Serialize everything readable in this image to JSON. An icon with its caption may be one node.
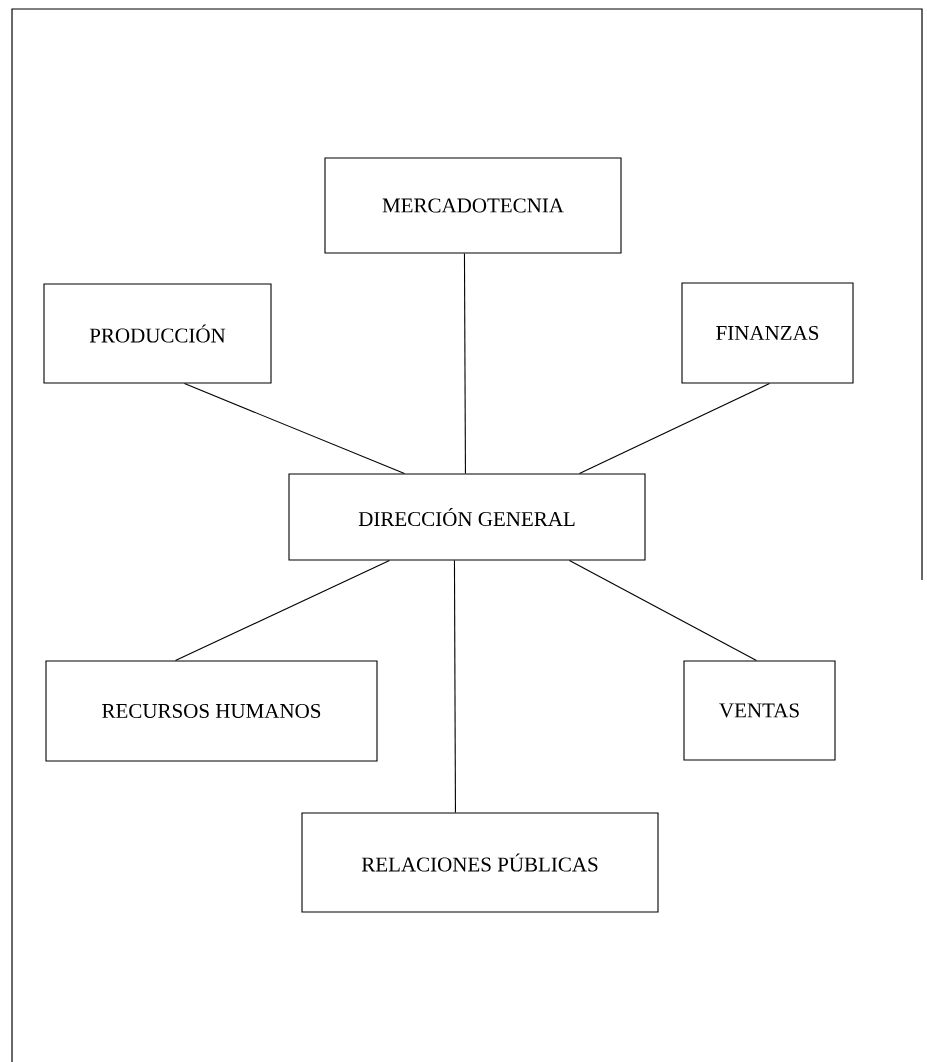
{
  "diagram": {
    "nodes": [
      {
        "text": [
          "MERCADOTECNIA"
        ]
      },
      {
        "text": [
          "PRODUCCIÓN"
        ]
      },
      {
        "text": [
          "FINANZAS"
        ]
      },
      {
        "text": [
          "DIRECCIÓN GENERAL"
        ]
      },
      {
        "text": [
          "RECURSOS HUMANOS"
        ]
      },
      {
        "text": [
          "VENTAS"
        ]
      },
      {
        "text": [
          "RELACIONES PÚBLICAS"
        ]
      }
    ],
    "edges": [
      {
        "from": 1,
        "to": 3,
        "arrow": "none"
      },
      {
        "from": 0,
        "to": 3,
        "arrow": "none"
      },
      {
        "from": 2,
        "to": 3,
        "arrow": "none"
      },
      {
        "from": 3,
        "to": 4,
        "arrow": "none"
      },
      {
        "from": 3,
        "to": 6,
        "arrow": "none"
      },
      {
        "from": 3,
        "to": 5,
        "arrow": "none"
      }
    ]
  }
}
